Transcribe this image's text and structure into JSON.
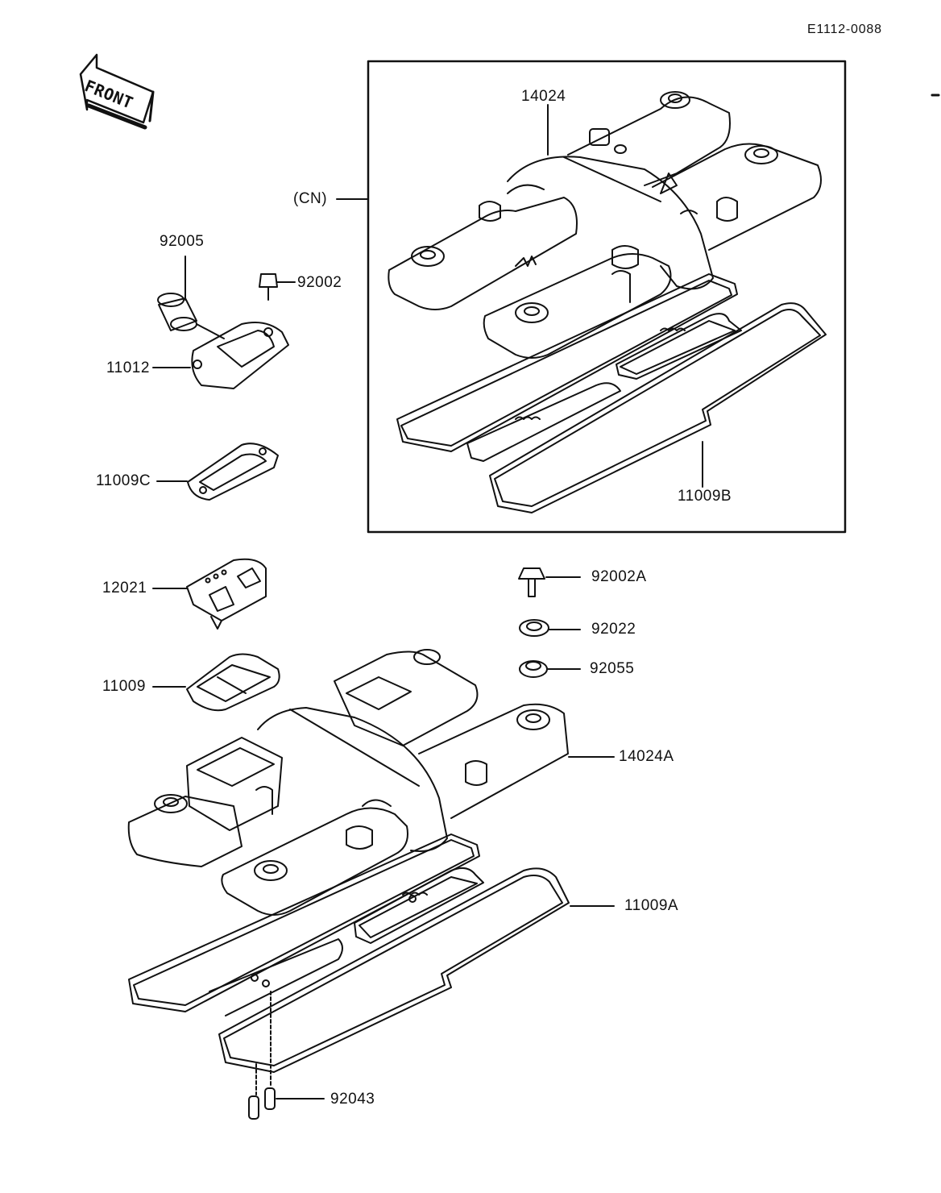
{
  "document_id": "E1112-0088",
  "front_arrow": {
    "label": "FRONT",
    "icon": "front-arrow-icon"
  },
  "callouts": {
    "c14024": "14024",
    "cn": "(CN)",
    "c92005": "92005",
    "c92002": "92002",
    "c11012": "11012",
    "c11009C": "11009C",
    "c11009B": "11009B",
    "c12021": "12021",
    "c92002A": "92002A",
    "c92022": "92022",
    "c92055": "92055",
    "c11009": "11009",
    "c14024A": "14024A",
    "c11009A": "11009A",
    "c92043": "92043"
  },
  "colors": {
    "ink": "#111111",
    "paper": "#ffffff"
  }
}
